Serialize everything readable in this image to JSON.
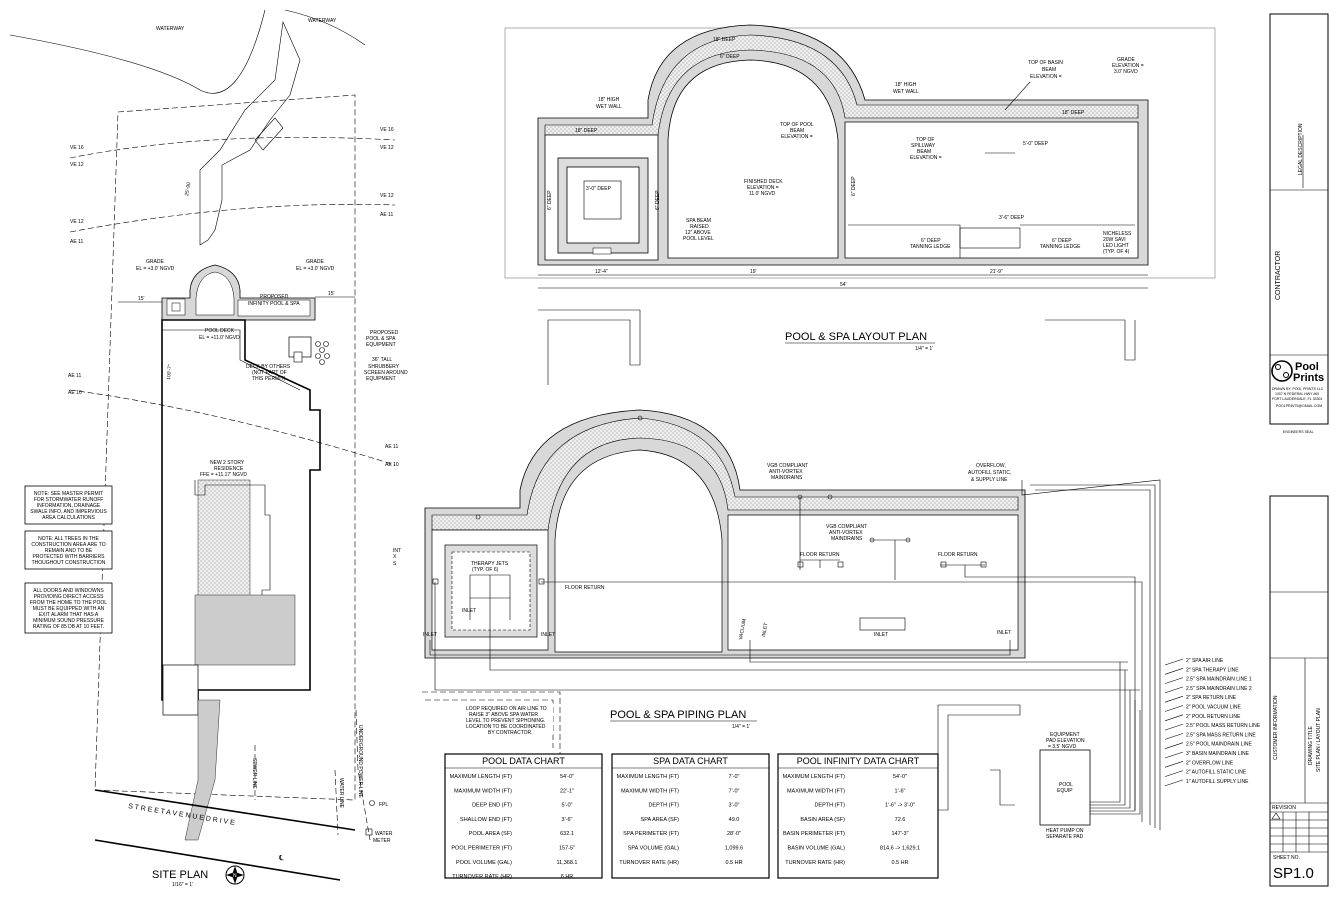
{
  "site_plan": {
    "title": "SITE PLAN",
    "scale": "1/16\" = 1'",
    "labels": {
      "waterway_left": "WATERWAY",
      "waterway_right": "WATERWAY",
      "ve16_left": "VE 16",
      "ve12_left": "VE 12",
      "ve16_right": "VE 16",
      "ve12_right": "VE 12",
      "ve12_right2": "VE 12",
      "ae11_right": "AE 11",
      "ve12_left2": "VE 12",
      "ae11_left": "AE 11",
      "ae11_left2": "AE 11",
      "ae10_left": "AE 10",
      "ae11_right2": "AE 11",
      "ae10_right": "AE 10",
      "grade_left_1": "GRADE",
      "grade_left_2": "EL = +3.0' NGVD",
      "grade_right_1": "GRADE",
      "grade_right_2": "EL = +3.0' NGVD",
      "proposed_pool_1": "PROPOSED",
      "proposed_pool_2": "INFINITY POOL & SPA",
      "dim_left": "15'",
      "dim_right": "15'",
      "pool_deck_1": "POOL DECK",
      "pool_deck_2": "EL = +11.0' NGVD",
      "equip_1": "PROPOSED",
      "equip_2": "POOL & SPA",
      "equip_3": "EQUIPMENT",
      "shrub_1": "36\" TALL",
      "shrub_2": "SHRUBBERY",
      "shrub_3": "SCREEN AROUND",
      "shrub_4": "EQUIPMENT",
      "deck_others_1": "DECK BY OTHERS",
      "deck_others_2": "(NOT PART OF",
      "deck_others_3": "THIS PERMIT)",
      "residence_1": "NEW 2 STORY",
      "residence_2": "RESIDENCE",
      "residence_3": "FFE = +11.17' NGVD",
      "street": "S T R E E T   A V E N U E   D R I V E",
      "sewer": "SEWER LINE",
      "power": "UNDERGROUND POWER LINE",
      "water_line": "WATER LINE",
      "fpl": "FPL",
      "water_meter_1": "WATER",
      "water_meter_2": "METER",
      "cl": "℄",
      "dim_vert1": "25'-90",
      "dim_vert2": "100'-7\"",
      "int": "INT",
      "x": "X",
      "s": "S"
    },
    "notes": [
      [
        "NOTE: SEE MASTER PERMIT",
        "FOR STORMWATER RUNOFF",
        "INFORMATION, DRAINAGE",
        "SWALE INFO, AND IMPERVIOUS",
        "AREA CALCULATIONS"
      ],
      [
        "NOTE: ALL TREES IN THE",
        "CONSTRUCTION AREA ARE TO",
        "REMAIN AND TO BE",
        "PROTECTED WITH BARRIERS",
        "THOUGHOUT CONSTRUCTION"
      ],
      [
        "ALL DOORS AND WINDOWNS",
        "PROVIDING DIRECT ACCESS",
        "FROM THE HOME TO THE POOL",
        "MUST BE EQUIPPED WITH AN",
        "EXIT ALARM THAT HAS A",
        "MINIMUM SOUND PRESSURE",
        "RATING OF 85 DB AT 10 FEET."
      ]
    ]
  },
  "layout_plan": {
    "title": "POOL & SPA LAYOUT PLAN",
    "scale": "1/4\" = 1'",
    "labels": {
      "deep18_top": "18\" DEEP",
      "deep6_top": "6\" DEEP",
      "wet_wall_left_1": "18\" HIGH",
      "wet_wall_left_2": "WET WALL",
      "wet_wall_right_1": "18\" HIGH",
      "wet_wall_right_2": "WET WALL",
      "top_basin_1": "TOP OF BASIN",
      "top_basin_2": "BEAM",
      "top_basin_3": "ELEVATION =",
      "grade_1": "GRADE",
      "grade_2": "ELEVATION =",
      "grade_3": "3.0' NGVD",
      "deep18_left": "18\" DEEP",
      "deep18_right": "18\" DEEP",
      "top_pool_1": "TOP OF POOL",
      "top_pool_2": "BEAM",
      "top_pool_3": "ELEVATION =",
      "top_spill_1": "TOP OF",
      "top_spill_2": "SPILLWAY",
      "top_spill_3": "BEAM",
      "top_spill_4": "ELEVATION =",
      "deep5_0": "5'-0\" DEEP",
      "spa_deep": "3'-0\" DEEP",
      "deep6_left": "6\" DEEP",
      "deep6_spa": "6\" DEEP",
      "deep6_mid": "6\" DEEP",
      "finished_1": "FINISHED DECK",
      "finished_2": "ELEVATION =",
      "finished_3": "11.0' NGVD",
      "spa_beam_1": "SPA BEAM",
      "spa_beam_2": "RAISED",
      "spa_beam_3": "12\" ABOVE",
      "spa_beam_4": "POOL LEVEL",
      "deep3_6": "3'-6\" DEEP",
      "tan_left_1": "6\" DEEP",
      "tan_left_2": "TANNING LEDGE",
      "tan_right_1": "6\" DEEP",
      "tan_right_2": "TANNING LEDGE",
      "light_1": "NICHELESS",
      "light_2": "20W SAVI",
      "light_3": "LED LIGHT",
      "light_4": "(TYP. OF 4)",
      "dim_a": "12'-4\"",
      "dim_b": "19'",
      "dim_c": "21'-9\"",
      "dim_total": "54'"
    }
  },
  "piping_plan": {
    "title": "POOL & SPA PIPING PLAN",
    "scale": "1/4\" = 1'",
    "labels": {
      "vgb_top_1": "VGB COMPLIANT",
      "vgb_top_2": "ANTI-VORTEX",
      "vgb_top_3": "MAINDRAINS",
      "overflow_1": "OVERFLOW,",
      "overflow_2": "AUTOFILL STATIC,",
      "overflow_3": "& SUPPLY LINE",
      "vgb_mid_1": "VGB COMPLIANT",
      "vgb_mid_2": "ANTI-VORTEX",
      "vgb_mid_3": "MAINDRAINS",
      "floor_ret_1": "FLOOR RETURN",
      "floor_ret_2": "FLOOR RETURN",
      "floor_ret_3": "FLOOR RETURN",
      "therapy_1": "THERAPY JETS",
      "therapy_2": "(TYP. OF 6)",
      "inlet_spa": "INLET",
      "inlet_a": "INLET",
      "inlet_b": "INLET",
      "inlet_c": "INLET",
      "inlet_d": "INLET",
      "vacuum": "VACUUM",
      "inlet_v": "INLET",
      "loop_1": "LOOP REQUIRED ON AIR LINE TO",
      "loop_2": "RAISE 3\" ABOVE SPA WATER",
      "loop_3": "LEVEL TO PREVENT SIPHONING.",
      "loop_4": "LOCATION TO BE COORDINATED",
      "loop_5": "BY CONTRACTOR.",
      "equip_pad_1": "EQUIPMENT",
      "equip_pad_2": "PAD ELEVATION",
      "equip_pad_3": "= 3.5' NGVD",
      "pool_equip_1": "POOL",
      "pool_equip_2": "EQUIP",
      "heat_pump_1": "HEAT PUMP ON",
      "heat_pump_2": "SEPARATE PAD"
    },
    "pipe_legend": [
      "2\" SPA AIR LINE",
      "2\" SPA THERAPY LINE",
      "2.5\" SPA MAINDRAIN LINE 1",
      "2.5\" SPA MAINDRAIN LINE 2",
      "2\" SPA RETURN LINE",
      "2\" POOL VACUUM LINE",
      "2\" POOL RETURN LINE",
      "2.5\" POOL MASS RETURN LINE",
      "2.5\" SPA MASS RETURN LINE",
      "2.5\" POOL MAINDRAIN LINE",
      "3\" BASIN MAINDRAIN LINE",
      "2\" OVERFLOW LINE",
      "2\" AUTOFILL STATIC LINE",
      "1\" AUTOFILL SUPPLY LINE"
    ]
  },
  "charts": [
    {
      "title": "POOL DATA CHART",
      "rows": [
        [
          "MAXIMUM LENGTH (FT)",
          "54'-0\""
        ],
        [
          "MAXIMUM WIDTH (FT)",
          "22'-1\""
        ],
        [
          "DEEP END (FT)",
          "5'-0\""
        ],
        [
          "SHALLOW END (FT)",
          "3'-6\""
        ],
        [
          "POOL AREA (SF)",
          "632.1"
        ],
        [
          "POOL PERIMETER (FT)",
          "157-5\""
        ],
        [
          "POOL VOLUME (GAL)",
          "11,368.1"
        ],
        [
          "TURNOVER RATE (HR)",
          "6 HR"
        ]
      ]
    },
    {
      "title": "SPA DATA CHART",
      "rows": [
        [
          "MAXIMUM LENGTH (FT)",
          "7'-0\""
        ],
        [
          "MAXIMUM WIDTH (FT)",
          "7'-0\""
        ],
        [
          "DEPTH (FT)",
          "3'-0\""
        ],
        [
          "SPA AREA (SF)",
          "49.0"
        ],
        [
          "SPA PERIMETER (FT)",
          "28'-0\""
        ],
        [
          "SPA VOLUME (GAL)",
          "1,099.6"
        ],
        [
          "TURNOVER RATE (HR)",
          "0.5 HR"
        ]
      ]
    },
    {
      "title": "POOL INFINITY DATA CHART",
      "rows": [
        [
          "MAXIMUM LENGTH (FT)",
          "54'-0\""
        ],
        [
          "MAXIMUM WIDTH (FT)",
          "1'-6\""
        ],
        [
          "DEPTH (FT)",
          "1'-6\" -> 3'-0\""
        ],
        [
          "BASIN AREA (SF)",
          "72.6"
        ],
        [
          "BASIN PERIMETER (FT)",
          "147'-3\""
        ],
        [
          "BASIN VOLUME (GAL)",
          "814.6 -> 1,629.1"
        ],
        [
          "TURNOVER RATE (HR)",
          "0.5 HR"
        ]
      ]
    }
  ],
  "title_block": {
    "legal": "LEGAL DESCRIPTION",
    "contractor": "CONTRACTOR",
    "logo_1": "Pool",
    "logo_2": "Prints",
    "drawn_1": "DRAWN BY: POOL PRINTS LLC",
    "drawn_2": "1007 N FEDERAL HWY #60",
    "drawn_3": "FORT LAUDERDALE, FL 33304",
    "drawn_4": "POOLPRINTS@GMAIL.COM",
    "seal": "ENGINEERS SEAL",
    "customer": "CUSTOMER INFORMATION",
    "drawing_title_label": "DRAWING TITLE",
    "drawing_title": "SITE PLAN / LAYOUT PLAN",
    "revision": "REVISION",
    "sheet_no_label": "SHEET NO.",
    "sheet_no": "SP1.0"
  }
}
